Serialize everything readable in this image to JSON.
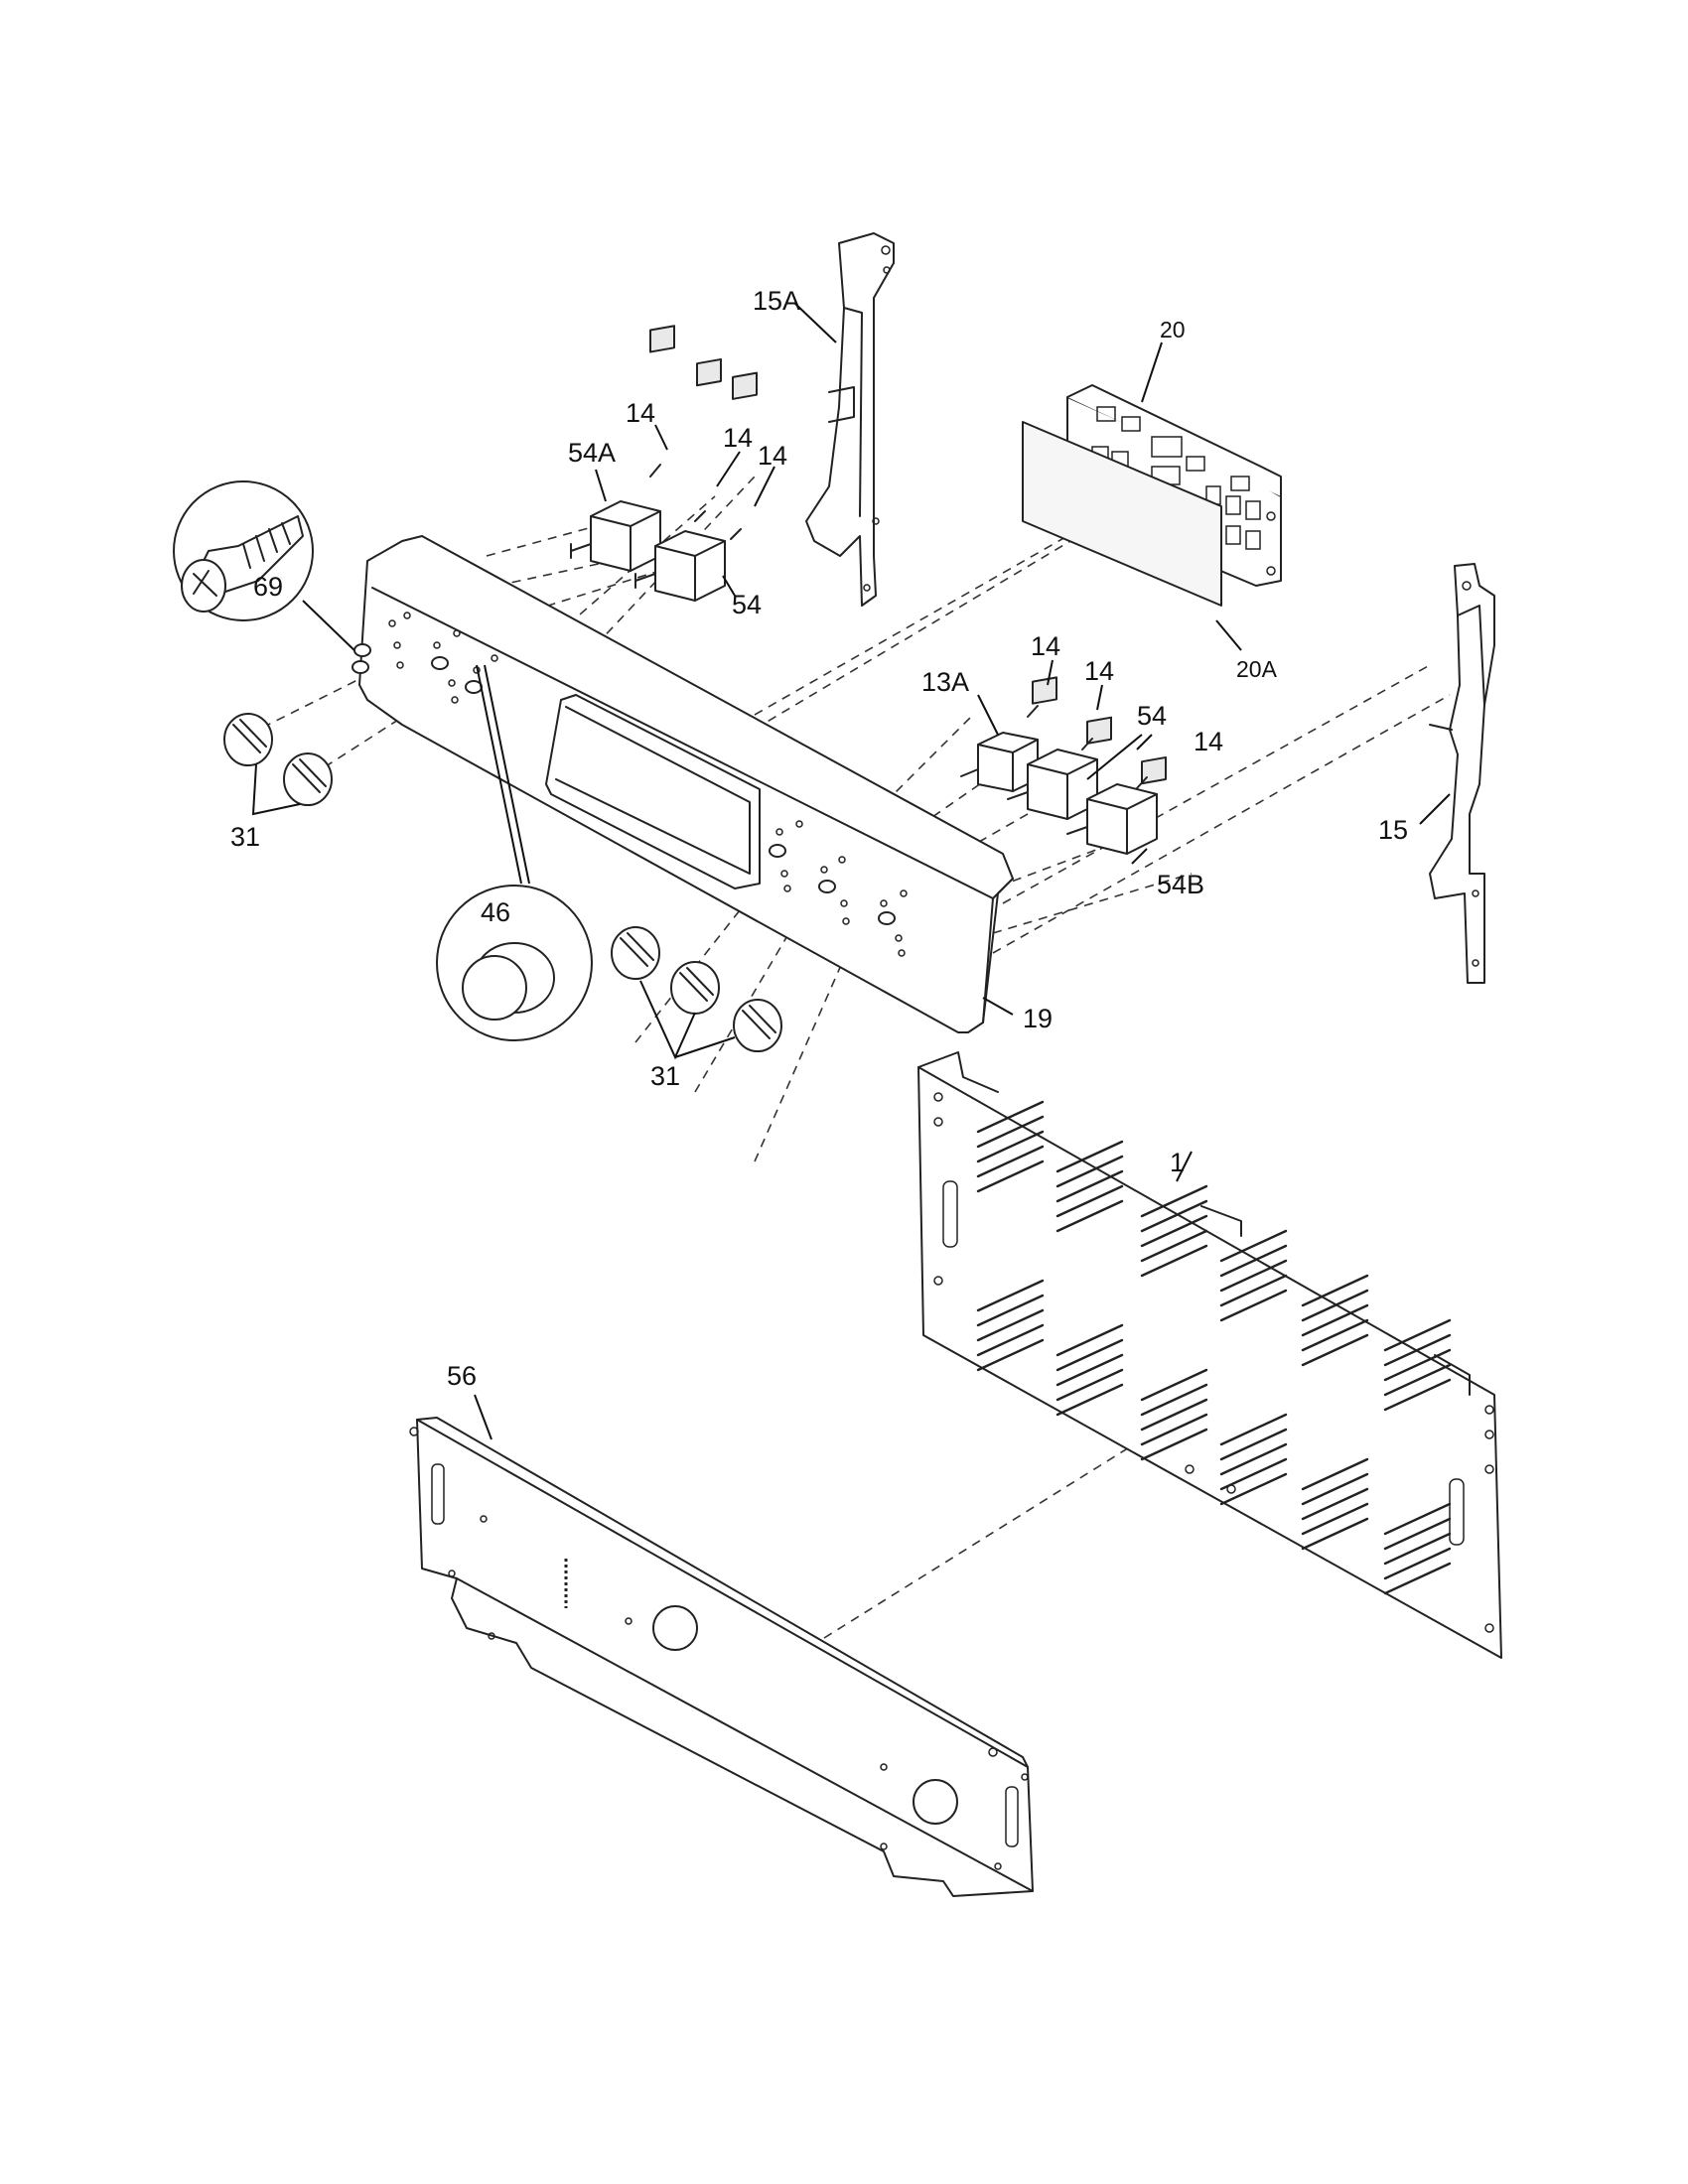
{
  "labels": {
    "p1": "1",
    "p13A": "13A",
    "p14a": "14",
    "p14b": "14",
    "p14c": "14",
    "p14d": "14",
    "p14e": "14",
    "p14f": "14",
    "p15": "15",
    "p15A": "15A",
    "p19": "19",
    "p20": "20",
    "p20A": "20A",
    "p31a": "31",
    "p31b": "31",
    "p46": "46",
    "p54a": "54",
    "p54b": "54",
    "p54A": "54A",
    "p54B": "54B",
    "p56": "56",
    "p69": "69"
  },
  "colors": {
    "line": "#222222",
    "background": "#ffffff"
  }
}
